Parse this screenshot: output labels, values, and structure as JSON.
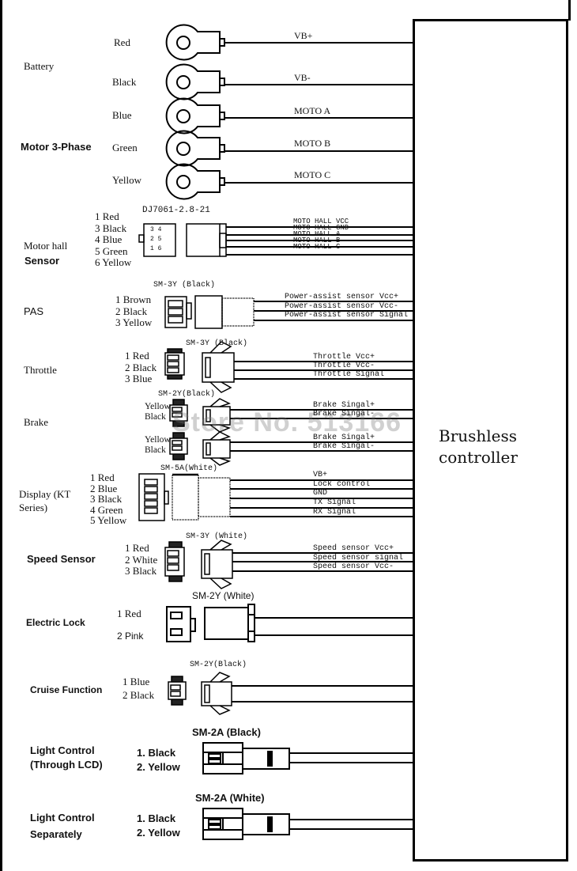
{
  "controller": {
    "label_line1": "Brushless",
    "label_line2": "controller"
  },
  "watermark": "Store No. 513166",
  "battery": {
    "label": "Battery",
    "wires": [
      {
        "color": "Red",
        "signal": "VB+"
      },
      {
        "color": "Black",
        "signal": "VB-"
      }
    ]
  },
  "motor_phase": {
    "label": "Motor 3-Phase",
    "wires": [
      {
        "color": "Blue",
        "signal": "MOTO A"
      },
      {
        "color": "Green",
        "signal": "MOTO B"
      },
      {
        "color": "Yellow",
        "signal": "MOTO C"
      }
    ]
  },
  "motor_hall": {
    "label_line1": "Motor hall",
    "label_line2": "Sensor",
    "connector": "DJ7061-2.8-21",
    "pins": [
      "1 Red",
      "3 Black",
      "4 Blue",
      "5 Green",
      "6 Yellow"
    ],
    "pin_numbers": [
      "3",
      "4",
      "2",
      "5",
      "1",
      "6"
    ],
    "signals": [
      "MOTO HALL VCC",
      "MOTO HALL GND",
      "MOTO HALL A",
      "MOTO HALL B",
      "MOTO HALL C"
    ]
  },
  "pas": {
    "label": "PAS",
    "connector": "SM-3Y (Black)",
    "pins": [
      "1 Brown",
      "2 Black",
      "3 Yellow"
    ],
    "signals": [
      "Power-assist sensor Vcc+",
      "Power-assist sensor Vcc-",
      "Power-assist sensor Signal"
    ]
  },
  "throttle": {
    "label": "Throttle",
    "connector": "SM-3Y (Black)",
    "pins": [
      "1 Red",
      "2 Black",
      "3 Blue"
    ],
    "signals": [
      "Throttle Vcc+",
      "Throttle Vcc-",
      "Throttle Signal"
    ]
  },
  "brake": {
    "label": "Brake",
    "connector": "SM-2Y(Black)",
    "pins_a": [
      "Yellow",
      "Black"
    ],
    "pins_b": [
      "Yellow",
      "Black"
    ],
    "signals_a": [
      "Brake Singal+",
      "Brake Singal-"
    ],
    "signals_b": [
      "Brake Singal+",
      "Brake Singal-"
    ]
  },
  "display": {
    "label_line1": "Display (KT",
    "label_line2": "Series)",
    "connector": "SM-5A(White)",
    "pins": [
      "1 Red",
      "2 Blue",
      "3 Black",
      "4 Green",
      "5 Yellow"
    ],
    "signals": [
      "VB+",
      "Lock control",
      "GND",
      "TX Signal",
      "RX Signal"
    ]
  },
  "speed_sensor": {
    "label": "Speed Sensor",
    "connector": "SM-3Y (White)",
    "pins": [
      "1 Red",
      "2 White",
      "3 Black"
    ],
    "signals": [
      "Speed sensor Vcc+",
      "Speed sensor signal",
      "Speed sensor Vcc-"
    ]
  },
  "electric_lock": {
    "label": "Electric Lock",
    "connector": "SM-2Y (White)",
    "pins": [
      "1 Red",
      "2 Pink"
    ]
  },
  "cruise": {
    "label": "Cruise Function",
    "connector": "SM-2Y(Black)",
    "pins": [
      "1 Blue",
      "2 Black"
    ]
  },
  "light_lcd": {
    "label_line1": "Light Control",
    "label_line2": "(Through LCD)",
    "connector": "SM-2A (Black)",
    "pins": [
      "1. Black",
      "2. Yellow"
    ]
  },
  "light_sep": {
    "label_line1": "Light Control",
    "label_line2": "Separately",
    "connector": "SM-2A (White)",
    "pins": [
      "1. Black",
      "2. Yellow"
    ]
  }
}
